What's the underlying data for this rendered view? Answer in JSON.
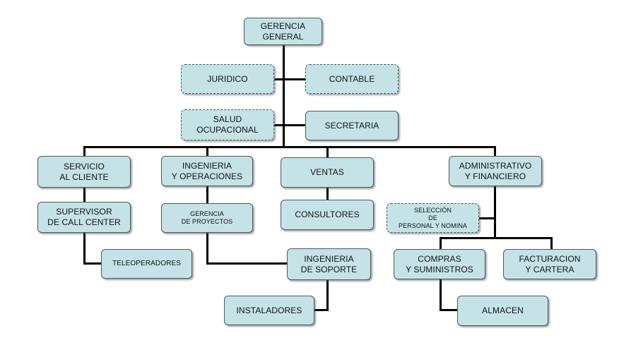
{
  "org_chart": {
    "nodes": {
      "gerencia_general": "GERENCIA\nGENERAL",
      "juridico": "JURIDICO",
      "contable": "CONTABLE",
      "salud_ocupacional": "SALUD\nOCUPACIONAL",
      "secretaria": "SECRETARIA",
      "servicio_cliente": "SERVICIO\nAL CLIENTE",
      "ingenieria_operaciones": "INGENIERIA\nY OPERACIONES",
      "ventas": "VENTAS",
      "administrativo_financiero": "ADMINISTRATIVO\nY FINANCIERO",
      "supervisor_call_center": "SUPERVISOR\nDE CALL CENTER",
      "gerencia_proyectos": "GERENCIA\nDE PROYECTOS",
      "consultores": "CONSULTORES",
      "seleccion_personal": "SELECCIÓN\nDE\nPERSONAL Y NOMINA",
      "teleoperadores": "TELEOPERADORES",
      "ingenieria_soporte": "INGENIERIA\nDE SOPORTE",
      "compras_suministros": "COMPRAS\nY SUMINISTROS",
      "facturacion_cartera": "FACTURACION\nY CARTERA",
      "instaladores": "INSTALADORES",
      "almacen": "ALMACEN"
    },
    "colors": {
      "box_fill": "#c5e3e6",
      "box_border": "#4a5a5c",
      "connector": "#000000"
    }
  }
}
